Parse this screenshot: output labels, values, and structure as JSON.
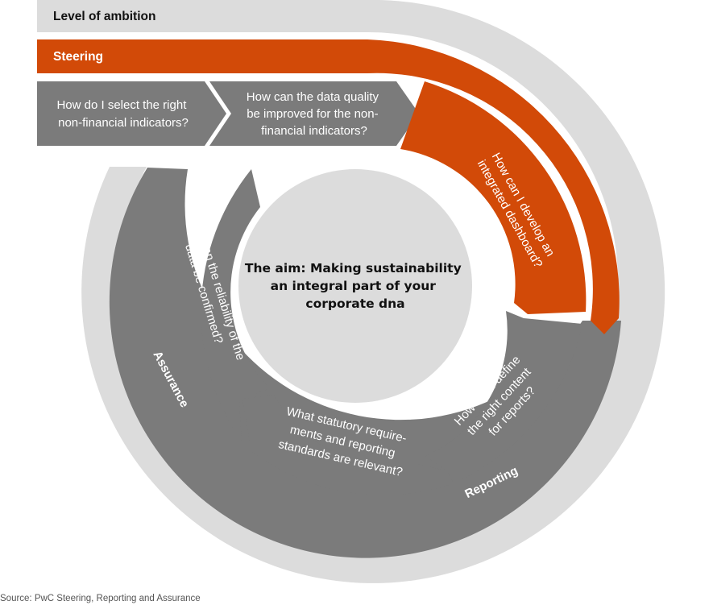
{
  "level_of_ambition": "Level of ambition",
  "steering": "Steering",
  "questions": {
    "select_indicators": [
      "How do I select the right",
      "non-financial indicators?"
    ],
    "data_quality": [
      "How can the data quality",
      "be improved for the non-",
      "financial indicators?"
    ],
    "dashboard": [
      "How can I develop an",
      "integrated dashboard?"
    ],
    "right_content": [
      "How can I define",
      "the right content",
      "for reports?"
    ],
    "statutory": [
      "What statutory require-",
      "ments and reporting",
      "standards are relevant?"
    ],
    "reliability": [
      "How can the reliability of the",
      "data be confirmed?"
    ]
  },
  "labels": {
    "assurance": "Assurance",
    "reporting": "Reporting"
  },
  "aim": [
    "The aim: Making sustainability",
    "an integral part of your",
    "corporate dna"
  ],
  "source": "Source: PwC Steering, Reporting and Assurance",
  "colors": {
    "light_grey": "#dcdcdc",
    "grey": "#7b7b7b",
    "orange": "#d24a08",
    "white": "#ffffff"
  }
}
